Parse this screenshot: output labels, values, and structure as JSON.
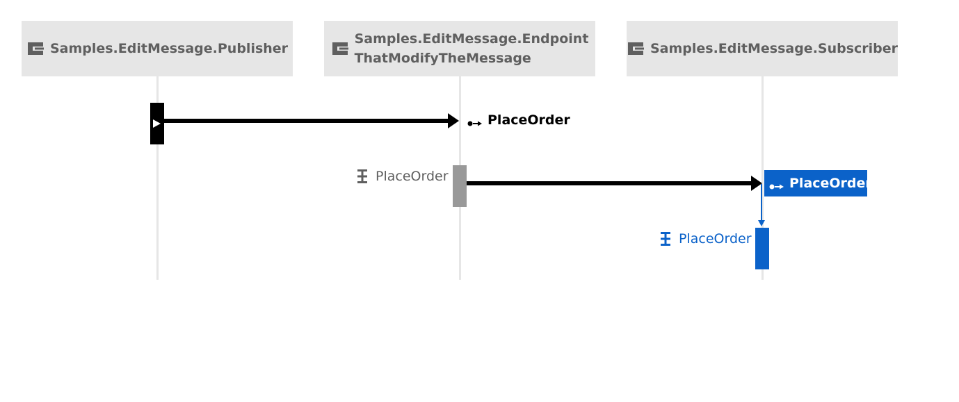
{
  "endpoints": [
    {
      "name": "Samples.EditMessage.Publisher"
    },
    {
      "name": "Samples.EditMessage.Endpoint\nThatModifyTheMessage"
    },
    {
      "name": "Samples.EditMessage.Subscriber"
    }
  ],
  "messages": [
    {
      "label": "PlaceOrder"
    },
    {
      "label": "PlaceOrder"
    }
  ],
  "handlers": [
    {
      "label": "PlaceOrder"
    },
    {
      "label": "PlaceOrder"
    }
  ],
  "colors": {
    "header_bg": "#e6e6e6",
    "header_text": "#5f5f5f",
    "lifeline": "#e6e6e6",
    "arrow": "#000000",
    "selected": "#0b62c9",
    "inactive_activation": "#999999"
  },
  "icons": {
    "endpoint": "endpoint-icon",
    "message": "message-icon",
    "handler": "handler-icon",
    "play": "play-icon"
  }
}
